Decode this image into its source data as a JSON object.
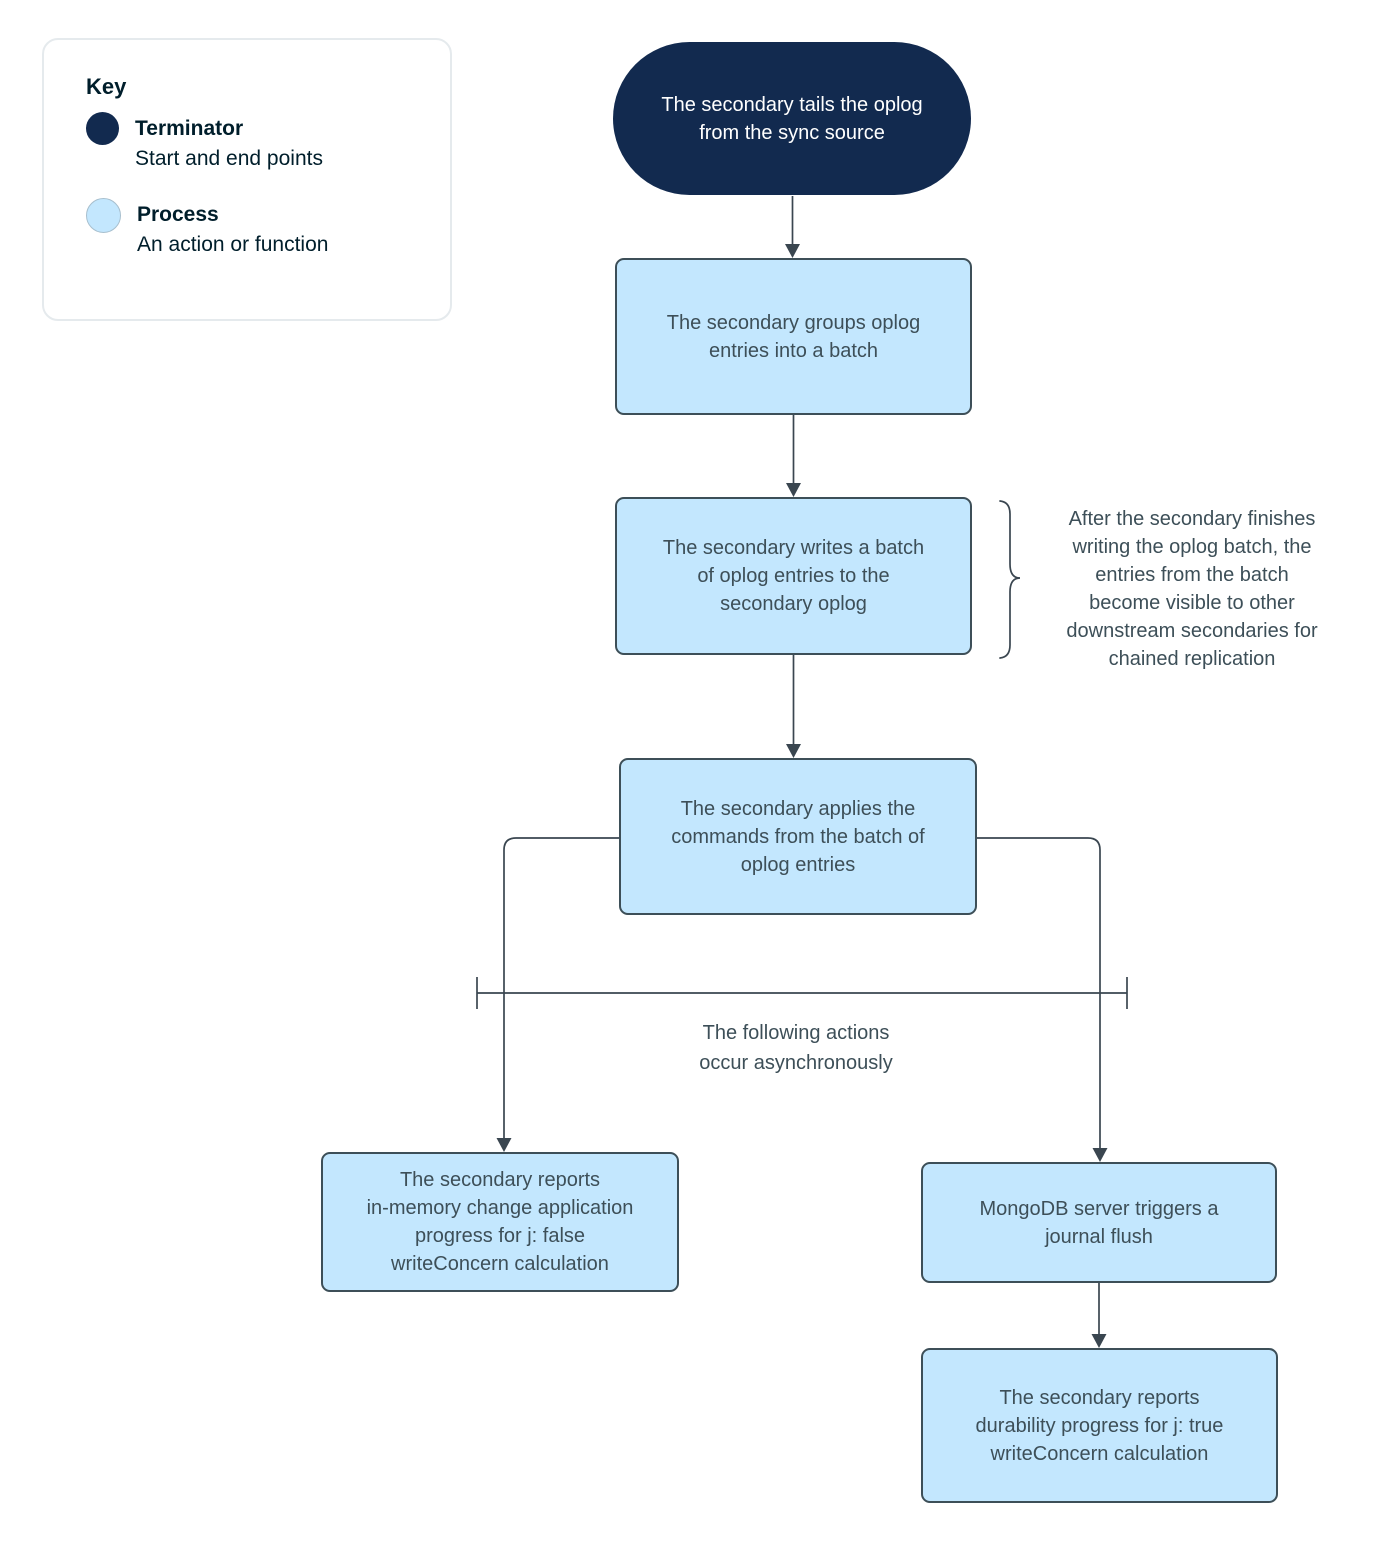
{
  "colors": {
    "terminator_fill": "#122A4F",
    "process_fill": "#C3E7FE",
    "node_border": "#3D4F58",
    "line": "#3A4650",
    "text": "#3D4F58",
    "legend_border": "#E5EAED",
    "background": "#FFFFFF"
  },
  "legend": {
    "title": "Key",
    "items": [
      {
        "label": "Terminator",
        "description": "Start and end points"
      },
      {
        "label": "Process",
        "description": "An action or function"
      }
    ]
  },
  "flow": {
    "start": "The secondary tails the oplog\nfrom the sync source",
    "group_batch": "The secondary groups oplog\nentries into a batch",
    "write_batch": "The secondary writes a batch\nof oplog entries to the\nsecondary oplog",
    "apply_commands": "The secondary applies the\ncommands from the batch of\noplog entries",
    "report_memory": "The secondary reports\nin-memory change application\nprogress for j: false\nwriteConcern calculation",
    "journal_flush": "MongoDB server triggers a\njournal flush",
    "report_durability": "The secondary reports\ndurability progress for j: true\nwriteConcern calculation"
  },
  "notes": {
    "chained_replication": "After the secondary finishes\nwriting the oplog batch, the\nentries from the batch\nbecome visible to other\ndownstream secondaries for\nchained replication",
    "async": "The following actions\noccur asynchronously"
  }
}
